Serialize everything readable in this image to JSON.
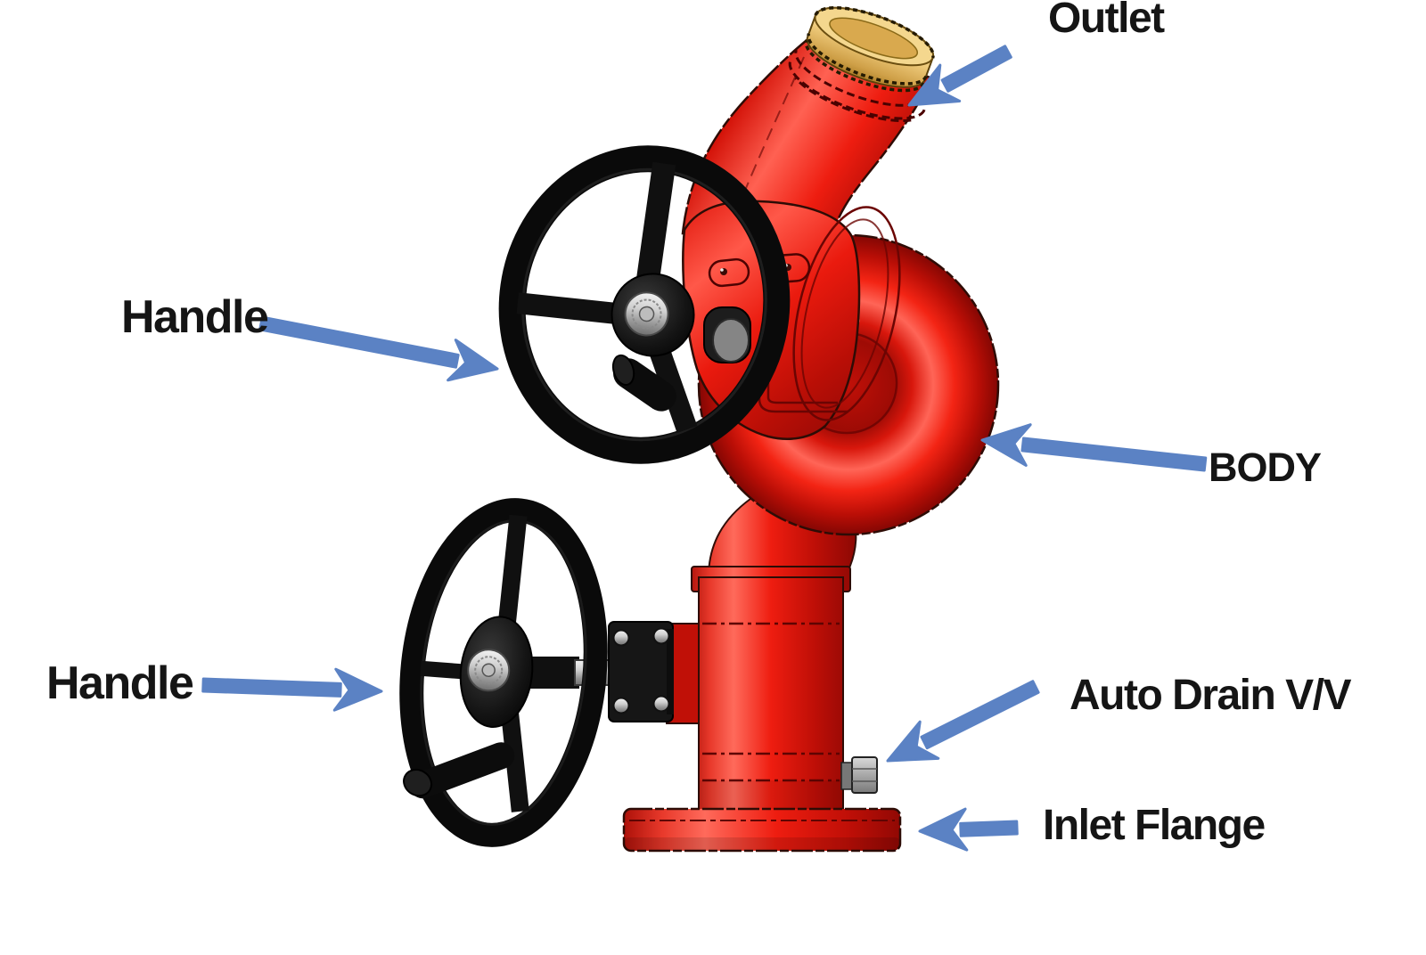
{
  "figure": {
    "type": "labeled-diagram",
    "subject": "Fire monitor (water cannon) part identification",
    "background": "#ffffff"
  },
  "colors": {
    "body_red": "#ea150b",
    "red_highlight": "#ff6152",
    "red_shadow": "#8d0804",
    "handle_black": "#0a0a0a",
    "coupling_gold": "#f0cc7d",
    "metal_silver": "#cfcfcf",
    "drain_gray": "#a8a8a8",
    "arrow_blue": "#5b82c4",
    "label_text": "#151515"
  },
  "labels": {
    "outlet": "Outlet",
    "handle_upper": "Handle",
    "body": "BODY",
    "handle_lower": "Handle",
    "auto_drain": "Auto Drain V/V",
    "inlet_flange": "Inlet Flange"
  }
}
